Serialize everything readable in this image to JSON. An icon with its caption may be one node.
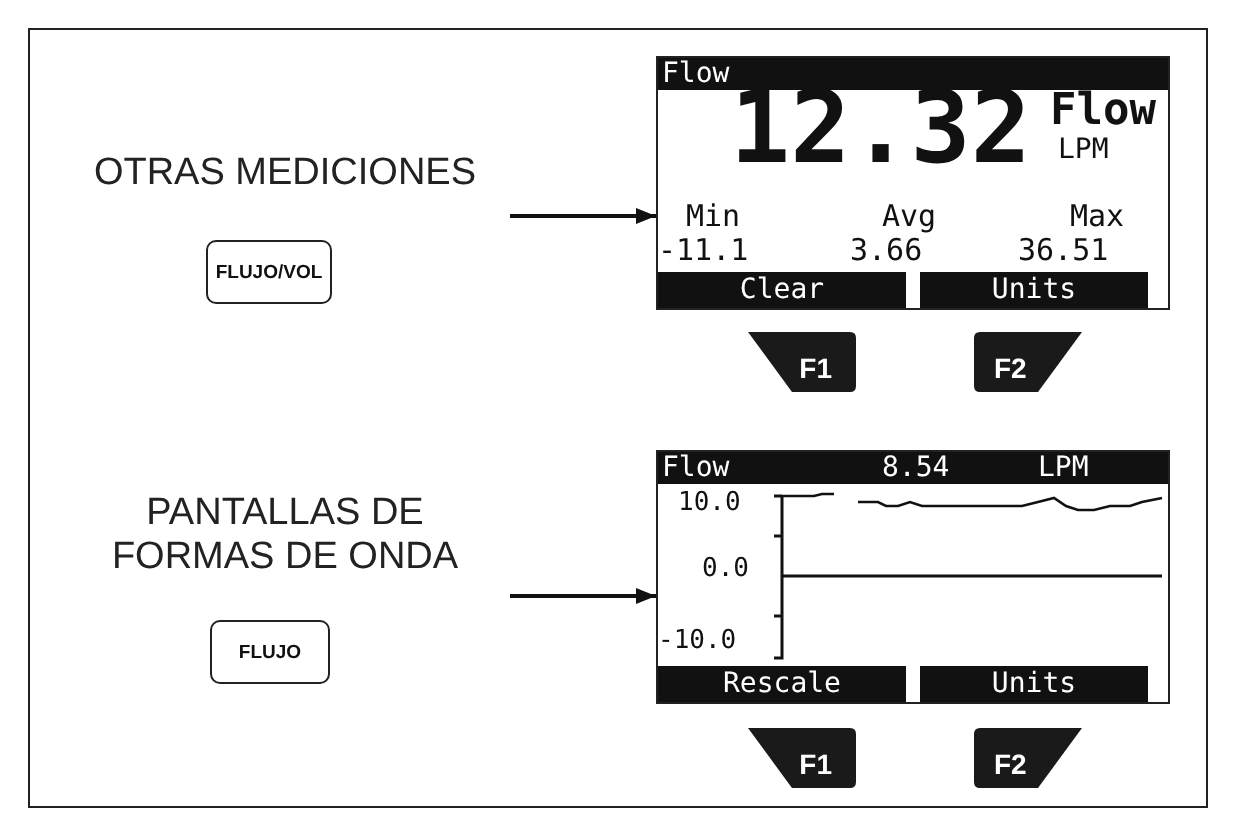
{
  "diagram": {
    "nodes": [
      {
        "text": [
          "OTRAS MEDICIONES"
        ]
      },
      {
        "text": [
          "FLUJO/VOL"
        ]
      },
      {
        "text": [
          "Flow",
          "12.32",
          "Flow",
          "LPM",
          "Min",
          "Avg",
          "Max",
          "-11.1",
          "3.66",
          "36.51"
        ]
      },
      {
        "text": [
          "Clear"
        ],
        "in": 2
      },
      {
        "text": [
          "Units"
        ],
        "in": 2
      },
      {
        "text": [
          "F1"
        ]
      },
      {
        "text": [
          "F2"
        ]
      },
      {
        "text": [
          "PANTALLAS DE FORMAS DE ONDA"
        ]
      },
      {
        "text": [
          "FLUJO"
        ]
      },
      {
        "text": [
          "Flow",
          "8.54",
          "LPM",
          "10.0",
          "0.0",
          "-10.0"
        ]
      },
      {
        "text": [
          "Rescale"
        ],
        "in": 9
      },
      {
        "text": [
          "Units"
        ],
        "in": 9
      },
      {
        "text": [
          "F1"
        ]
      },
      {
        "text": [
          "F2"
        ]
      }
    ],
    "edges": [
      {
        "from": 0,
        "to": 2,
        "arrow": "to"
      },
      {
        "from": 7,
        "to": 9,
        "arrow": "to"
      }
    ]
  }
}
